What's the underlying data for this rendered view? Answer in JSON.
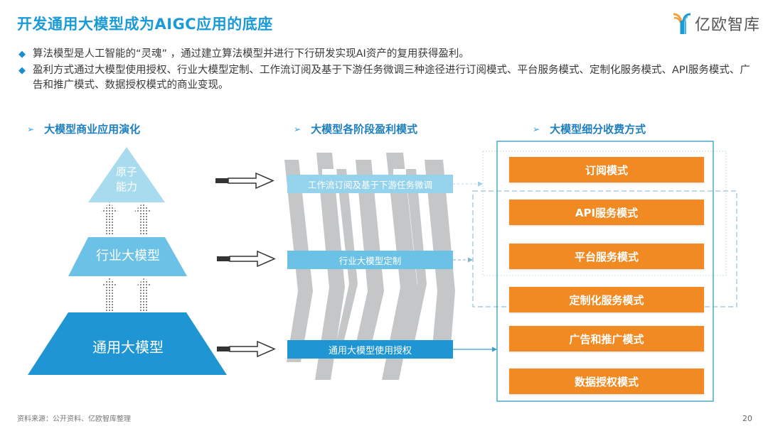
{
  "header": {
    "title": "开发通用大模型成为AIGC应用的底座",
    "logo_text": "亿欧智库",
    "logo_icon": "yiou-y-logo-icon"
  },
  "bullets": [
    "算法模型是人工智能的“灵魂” ，通过建立算法模型并进行下行研发实现AI资产的复用获得盈利。",
    "盈利方式通过大模型使用授权、行业大模型定制、工作流订阅及基于下游任务微调三种途径进行订阅模式、平台服务模式、定制化服务模式、API服务模式、广告和推广模式、数据授权模式的商业变现。"
  ],
  "sections": {
    "left_heading": "大模型商业应用演化",
    "middle_heading": "大模型各阶段盈利模式",
    "right_heading": "大模型细分收费方式"
  },
  "pyramid": {
    "top": "原子\n能力",
    "top_line1": "原子",
    "top_line2": "能力",
    "middle": "行业大模型",
    "bottom": "通用大模型"
  },
  "profit_modes": [
    "工作流订阅及基于下游任务微调",
    "行业大模型定制",
    "通用大模型使用授权"
  ],
  "charging_modes": [
    "订阅模式",
    "API服务模式",
    "平台服务模式",
    "定制化服务模式",
    "广告和推广模式",
    "数据授权模式"
  ],
  "colors": {
    "title_blue": "#1a9ad6",
    "pyramid_top": "#a9dbee",
    "pyramid_middle": "#6cc2e6",
    "pyramid_bottom": "#1f96d3",
    "bar_light": "#95d2ec",
    "bar_mid": "#6cc2e6",
    "bar_dark": "#1f96d3",
    "orange": "#f18a22",
    "frame": "#4aa8cc"
  },
  "footer": {
    "source": "资料来源：公开资料、亿欧智库整理",
    "page_number": "20"
  }
}
